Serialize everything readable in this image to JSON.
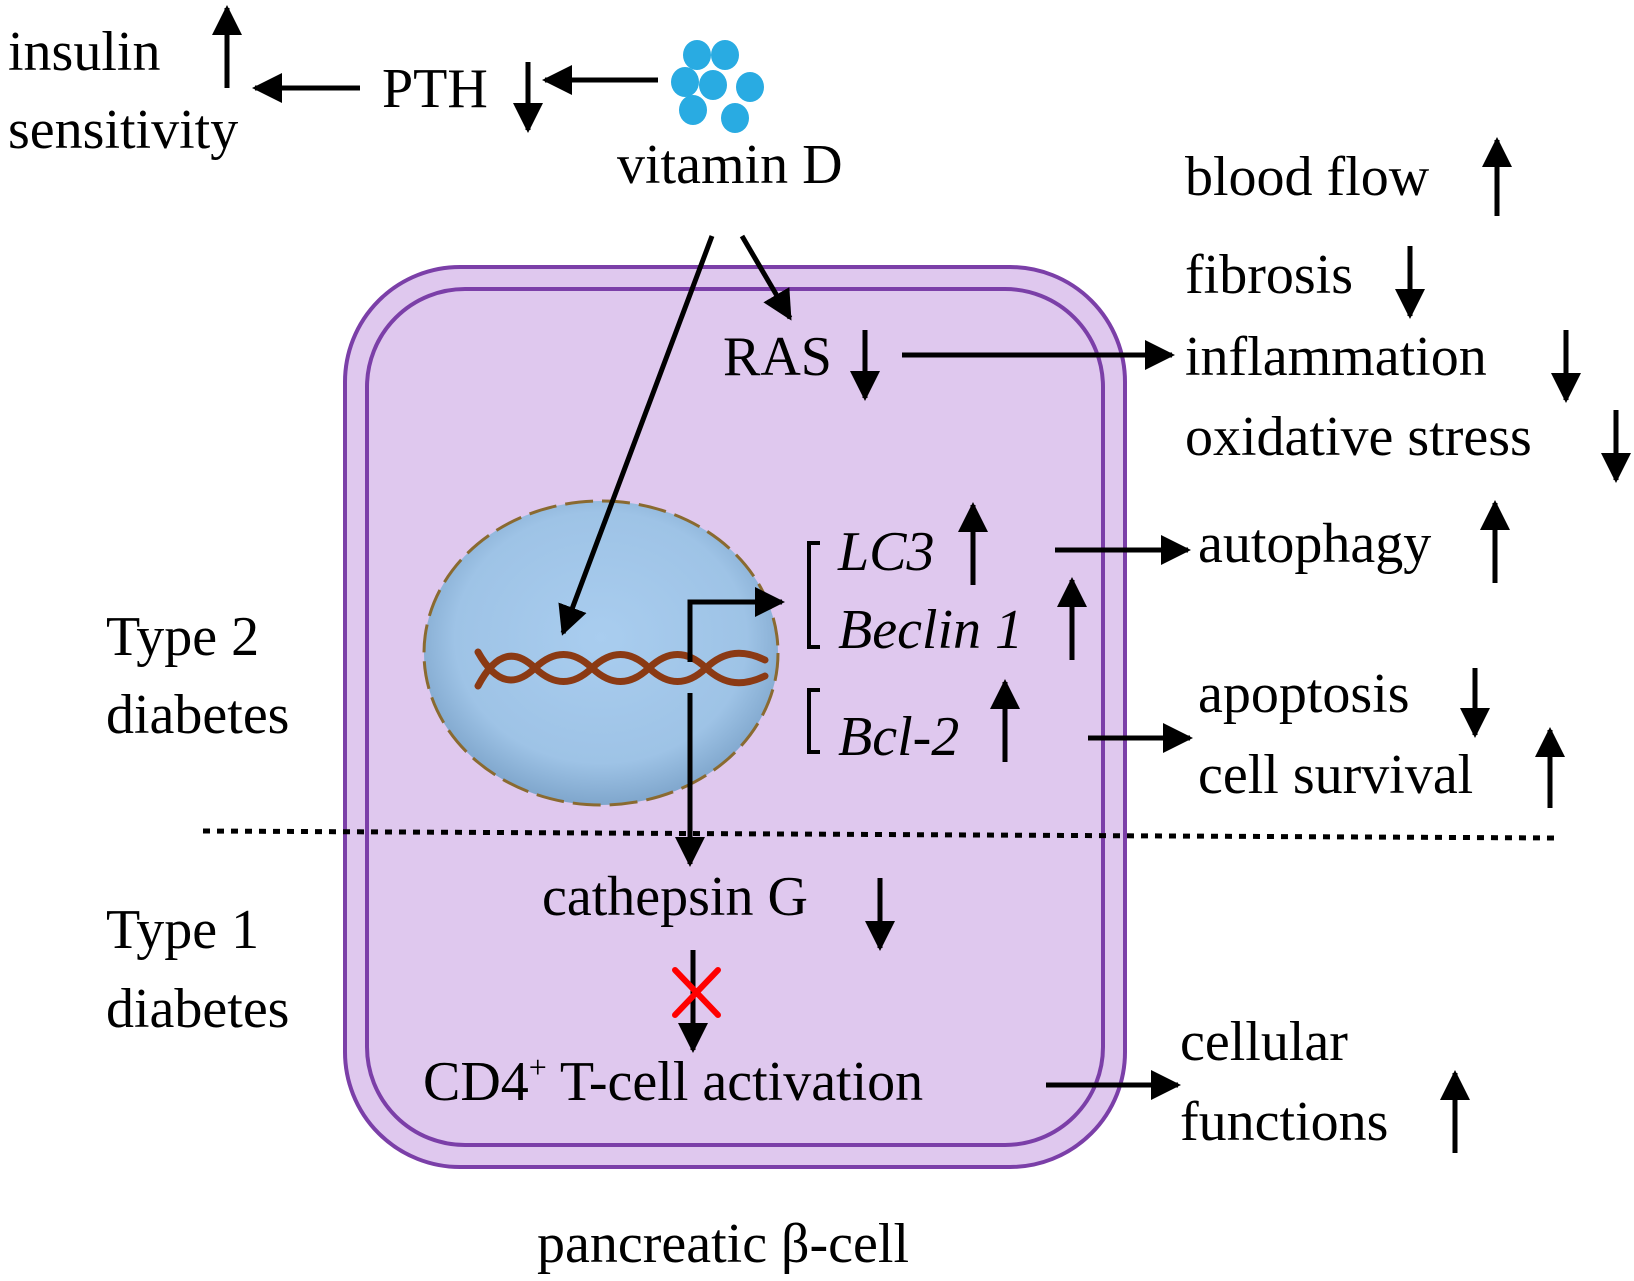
{
  "labels": {
    "vitamin_d": "vitamin D",
    "pth": "PTH",
    "insulin": "insulin",
    "sensitivity": "sensitivity",
    "ras": "RAS",
    "blood_flow": "blood flow",
    "fibrosis": "fibrosis",
    "inflammation": "inflammation",
    "oxidative_stress": "oxidative stress",
    "lc3": "LC3",
    "beclin1": "Beclin 1",
    "bcl2": "Bcl-2",
    "autophagy": "autophagy",
    "apoptosis": "apoptosis",
    "cell_survival": "cell survival",
    "type2_line1": "Type 2",
    "type2_line2": "diabetes",
    "type1_line1": "Type 1",
    "type1_line2": "diabetes",
    "cathepsin": "cathepsin G",
    "cd4_prefix": "CD4",
    "cd4_sup": "+",
    "cd4_rest": " T-cell activation",
    "cellular": "cellular",
    "functions": "functions",
    "cell_caption": "pancreatic β-cell"
  },
  "colors": {
    "cell_fill": "#dfc8ee",
    "cell_border": "#7b3fa8",
    "nucleus_fill": "#9ec3e6",
    "nucleus_border": "#8a6a30",
    "dna": "#8b3a14",
    "vitamin_d_molecule": "#29abe2",
    "inhibit_mark": "#ff0000",
    "ink": "#000000"
  },
  "icons": {
    "vitamin_d": "vitamin-d-molecule-icon",
    "dna": "dna-helix-icon",
    "inhibit": "red-x-icon"
  }
}
